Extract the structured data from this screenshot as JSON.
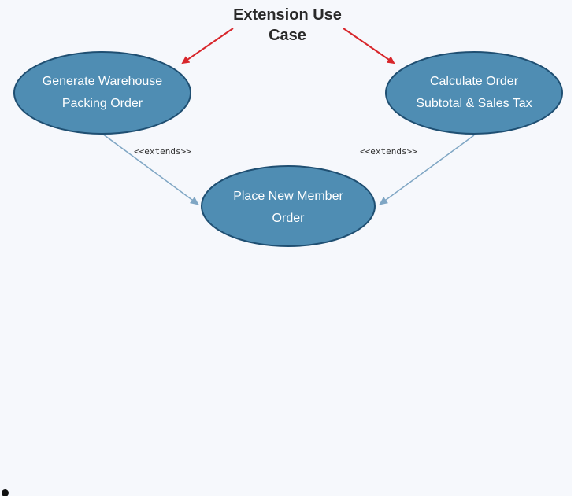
{
  "title": "Extension Use\nCase",
  "use_cases": [
    {
      "id": "generate",
      "label": "Generate Warehouse\nPacking Order"
    },
    {
      "id": "calculate",
      "label": "Calculate Order\nSubtotal & Sales Tax"
    },
    {
      "id": "place",
      "label": "Place New Member\nOrder"
    }
  ],
  "relations": [
    {
      "label": "<<extends>>",
      "from": "generate",
      "to": "place"
    },
    {
      "label": "<<extends>>",
      "from": "calculate",
      "to": "place"
    }
  ],
  "colors": {
    "ellipse_fill": "#4f8db3",
    "ellipse_stroke": "#1f4f72",
    "connector": "#7fa6c4",
    "callout_arrow": "#d8262b"
  }
}
